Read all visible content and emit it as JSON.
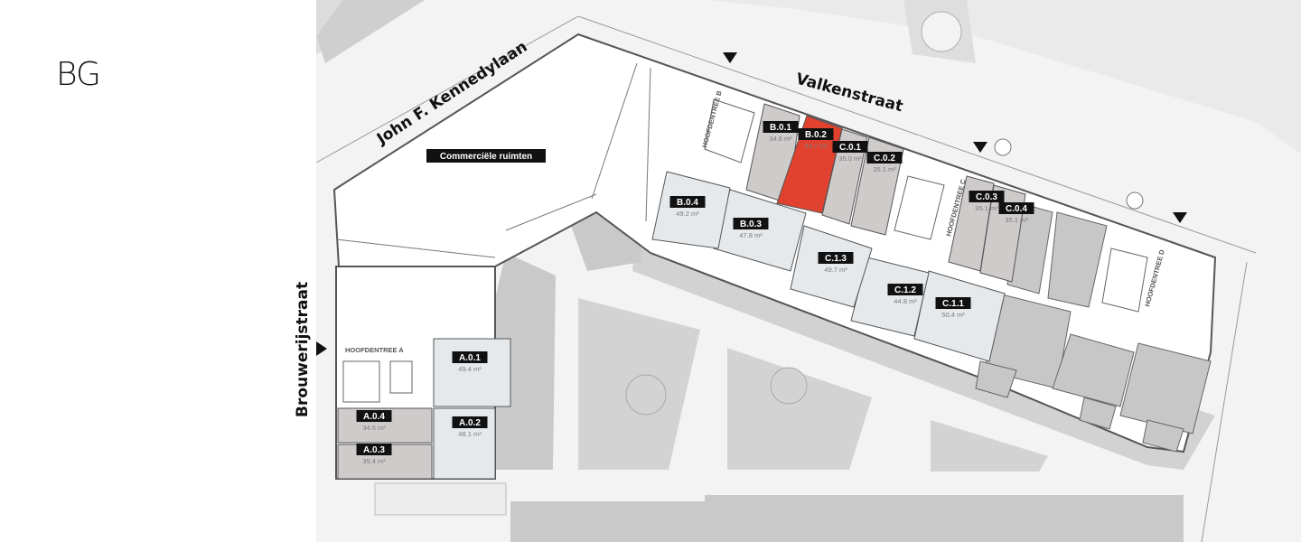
{
  "floor": "BG",
  "streets": {
    "kennedylaan": "John F. Kennedylaan",
    "valkenstraat": "Valkenstraat",
    "brouwerijstraat": "Brouwerijstraat"
  },
  "commercial": "Commerciële ruimten",
  "entrances": {
    "a": "HOOFDENTREE A",
    "b": "HOOFDENTREE B",
    "c": "HOOFDENTREE C",
    "d": "HOOFDENTREE D"
  },
  "units": [
    {
      "id": "A.0.1",
      "area": "49.4 m²",
      "status": "available"
    },
    {
      "id": "A.0.2",
      "area": "48.1 m²",
      "status": "available"
    },
    {
      "id": "A.0.3",
      "area": "35.4 m²",
      "status": "unavailable"
    },
    {
      "id": "A.0.4",
      "area": "34.6 m²",
      "status": "unavailable"
    },
    {
      "id": "B.0.1",
      "area": "34.6 m²",
      "status": "unavailable"
    },
    {
      "id": "B.0.2",
      "area": "34.7 m²",
      "status": "selected"
    },
    {
      "id": "B.0.3",
      "area": "47.8 m²",
      "status": "available"
    },
    {
      "id": "B.0.4",
      "area": "49.2 m²",
      "status": "available"
    },
    {
      "id": "C.0.1",
      "area": "35.0 m²",
      "status": "unavailable"
    },
    {
      "id": "C.0.2",
      "area": "35.1 m²",
      "status": "unavailable"
    },
    {
      "id": "C.0.3",
      "area": "35.1 m²",
      "status": "unavailable"
    },
    {
      "id": "C.0.4",
      "area": "35.1 m²",
      "status": "unavailable"
    },
    {
      "id": "C.1.1",
      "area": "50.4 m²",
      "status": "available"
    },
    {
      "id": "C.1.2",
      "area": "44.8 m²",
      "status": "available"
    },
    {
      "id": "C.1.3",
      "area": "49.7 m²",
      "status": "available"
    }
  ],
  "colors": {
    "selected": "#e0422f",
    "available": "#e6e9ec",
    "unavailable": "#cfcbcb",
    "other": "#c7c7c7",
    "ground": "#d3d3d3",
    "label_bg": "#111111"
  }
}
